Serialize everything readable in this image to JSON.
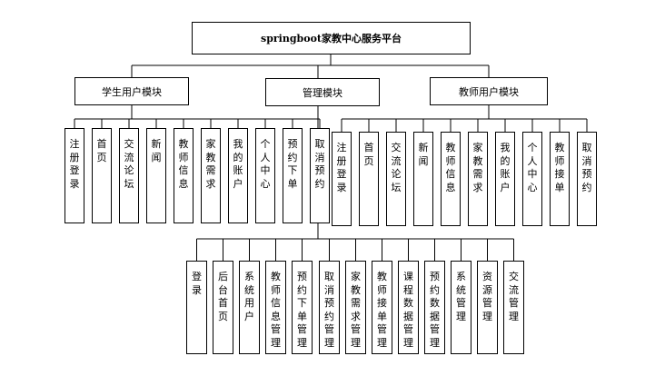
{
  "root": "springboot家教中心服务平台",
  "modules": [
    {
      "name": "学生用户模块",
      "items": [
        "注册登录",
        "首页",
        "交流论坛",
        "新闻",
        "教师信息",
        "家教需求",
        "我的账户",
        "个人中心",
        "预约下单",
        "取消预约"
      ]
    },
    {
      "name": "管理模块",
      "items": [
        "登录",
        "后台首页",
        "系统用户",
        "教师信息管理",
        "预约下单管理",
        "取消预约管理",
        "家教需求管理",
        "教师接单管理",
        "课程数据管理",
        "预约数据管理",
        "系统管理",
        "资源管理",
        "交流管理"
      ]
    },
    {
      "name": "教师用户模块",
      "items": [
        "注册登录",
        "首页",
        "交流论坛",
        "新闻",
        "教师信息",
        "家教需求",
        "我的账户",
        "个人中心",
        "教师接单",
        "取消预约"
      ]
    }
  ]
}
